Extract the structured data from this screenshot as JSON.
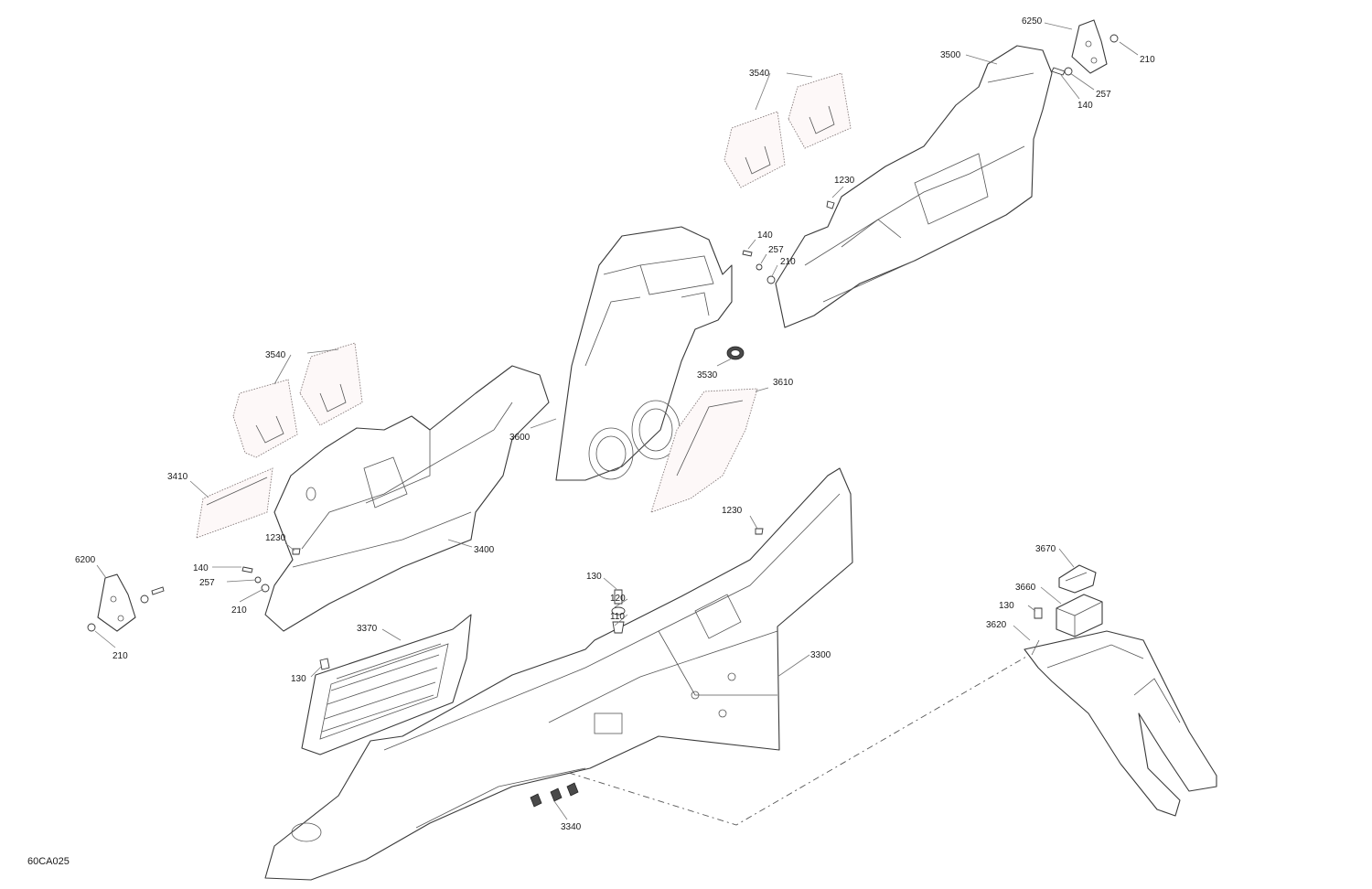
{
  "diagram": {
    "code": "60CA025",
    "callouts": {
      "c6250": "6250",
      "c210_top": "210",
      "c3500": "3500",
      "c257_top": "257",
      "c140_top": "140",
      "c3540_top": "3540",
      "c1230_top": "1230",
      "c140_mid": "140",
      "c257_mid": "257",
      "c210_mid": "210",
      "c3530": "3530",
      "c3610": "3610",
      "c3540_left": "3540",
      "c3600": "3600",
      "c3410": "3410",
      "c1230_right": "1230",
      "c1230_left": "1230",
      "c3400": "3400",
      "c6200": "6200",
      "c140_left": "140",
      "c257_left": "257",
      "c210_left": "210",
      "c210_bottom": "210",
      "c130_center": "130",
      "c120": "120",
      "c110": "110",
      "c3370": "3370",
      "c130_left": "130",
      "c3300": "3300",
      "c3670": "3670",
      "c3660": "3660",
      "c130_right": "130",
      "c3620": "3620",
      "c3340": "3340"
    }
  }
}
